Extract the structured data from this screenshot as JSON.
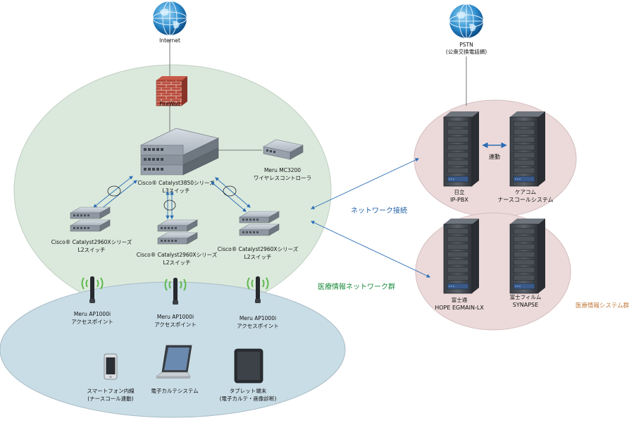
{
  "nodes": {
    "internet": "Internet",
    "pstn_line1": "PSTN",
    "pstn_line2": "(公衆交換電話網)",
    "firewall": "FireWall",
    "core_line1": "Cisco® Catalyst3850シリーズ",
    "core_line2": "L3スイッチ",
    "controller_line1": "Meru MC3200",
    "controller_line2": "ワイヤレスコントローラ",
    "sw_left_line1": "Cisco® Catalyst2960Xシリーズ",
    "sw_left_line2": "L2スイッチ",
    "sw_mid_line1": "Cisco® Catalyst2960Xシリーズ",
    "sw_mid_line2": "L2スイッチ",
    "sw_right_line1": "Cisco® Catalyst2960Xシリーズ",
    "sw_right_line2": "L2スイッチ",
    "ap_left_line1": "Meru AP1000i",
    "ap_left_line2": "アクセスポイント",
    "ap_mid_line1": "Meru AP1000i",
    "ap_mid_line2": "アクセスポイント",
    "ap_right_line1": "Meru AP1000i",
    "ap_right_line2": "アクセスポイント",
    "phone_line1": "スマートフォン内線",
    "phone_line2": "(ナースコール連動)",
    "laptop": "電子カルテシステム",
    "tablet_line1": "タブレット端末",
    "tablet_line2": "(電子カルテ・画像診断)",
    "pbx_line1": "日立",
    "pbx_line2": "IP-PBX",
    "nursecall_line1": "ケアコム",
    "nursecall_line2": "ナースコールシステム",
    "link_label": "連動",
    "hope_line1": "富士通",
    "hope_line2": "HOPE EGMAIN-LX",
    "synapse_line1": "富士フィルム",
    "synapse_line2": "SYNAPSE"
  },
  "captions": {
    "network_connection": "ネットワーク接続",
    "medical_network_group": "医療情報ネットワーク群",
    "medical_system_group": "医療情報システム群"
  },
  "icons": {
    "globe": "globe-icon",
    "firewall": "brick-wall-icon",
    "server": "server-rack-icon",
    "switch": "network-switch-icon",
    "antenna": "wireless-antenna-icon",
    "phone": "smartphone-icon",
    "laptop": "laptop-icon",
    "tablet": "tablet-icon"
  },
  "colors": {
    "core_zone": "#dbe9dc",
    "wireless_zone": "#c9dde6",
    "server_zone": "#ecdada",
    "arrow_blue": "#2a6db5",
    "caption_green": "#1a8a3a",
    "caption_orange": "#c07a3a"
  }
}
